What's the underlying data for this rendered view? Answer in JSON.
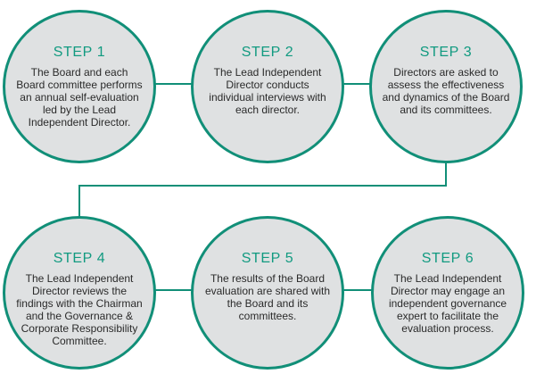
{
  "steps": [
    {
      "title": "STEP 1",
      "text": "The Board and each Board committee performs an annual self-evaluation led by the Lead Independent Director."
    },
    {
      "title": "STEP 2",
      "text": "The Lead Independent Director conducts individual interviews with each director."
    },
    {
      "title": "STEP 3",
      "text": "Directors are asked to assess the effectiveness and dynamics of the Board and its committees."
    },
    {
      "title": "STEP 4",
      "text": "The Lead Independent Director reviews the findings with the Chairman and the Governance & Corporate Responsibility Committee."
    },
    {
      "title": "STEP 5",
      "text": "The results of the Board evaluation are shared with the Board and its committees."
    },
    {
      "title": "STEP 6",
      "text": "The Lead Independent Director may engage an independent governance expert to facilitate the evaluation process."
    }
  ],
  "colors": {
    "accent": "#119a80",
    "border": "#118f78",
    "circle_fill": "#dfe1e2",
    "body_text": "#2a2a2a"
  }
}
